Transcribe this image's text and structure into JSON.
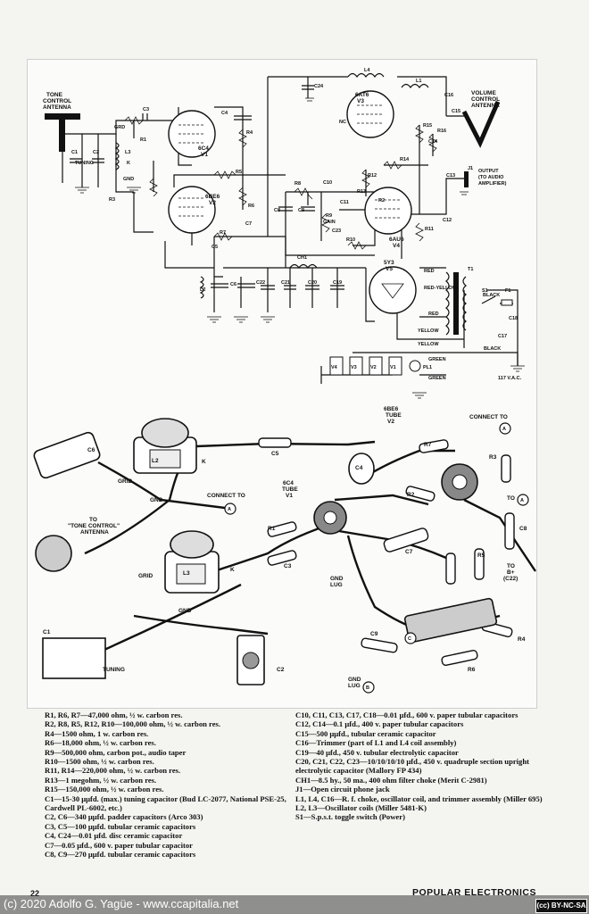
{
  "schematic": {
    "labels": {
      "tone_antenna": [
        "TONE",
        "CONTROL",
        "ANTENNA"
      ],
      "volume_antenna": [
        "VOLUME",
        "CONTROL",
        "ANTENNA"
      ],
      "v1": [
        "6C4",
        "V1"
      ],
      "v2": [
        "6BE6",
        "V2"
      ],
      "v3": [
        "6AT6",
        "V3"
      ],
      "v4": [
        "6AU6",
        "V4"
      ],
      "v5": [
        "5Y3",
        "V5"
      ],
      "output": [
        "OUTPUT",
        "(TO AUDIO",
        "AMPLIFIER)"
      ],
      "r9": [
        "R9",
        "GAIN"
      ],
      "grd": "GRD",
      "gnd": "GND",
      "tuning": "TUNING",
      "k": "K",
      "nc": "NC",
      "ch1": "CH1",
      "t1": "T1",
      "s1": "S1",
      "f1": "F1",
      "pl1": "PL1",
      "mains": "117 V.A.C.",
      "wire_colors": [
        "RED",
        "RED-YELLOW",
        "RED",
        "YELLOW",
        "YELLOW",
        "BLACK",
        "BLACK",
        "GREEN",
        "GREEN"
      ],
      "components": [
        "C1",
        "C2",
        "C3",
        "C4",
        "C5",
        "C6",
        "C7",
        "C8",
        "C9",
        "C10",
        "C11",
        "C12",
        "C13",
        "C14",
        "C15",
        "C16",
        "C17",
        "C18",
        "C19",
        "C20",
        "C21",
        "C22",
        "C23",
        "C24",
        "R1",
        "R2",
        "R3",
        "R4",
        "R5",
        "R6",
        "R7",
        "R8",
        "R10",
        "R11",
        "R12",
        "R13",
        "R14",
        "R15",
        "R16",
        "L1",
        "L2",
        "L3",
        "L4",
        "J1"
      ],
      "heaters": [
        "V4",
        "V3",
        "V2",
        "V1"
      ]
    }
  },
  "pictorial": {
    "labels": {
      "v2_tube": [
        "6BE6",
        "TUBE",
        "V2"
      ],
      "v1_tube": [
        "6C4",
        "TUBE",
        "V1"
      ],
      "connect_to_a_top": "CONNECT TO",
      "connect_to_a_mid": "CONNECT TO",
      "tone_antenna": [
        "TO",
        "\"TONE CONTROL\"",
        "ANTENNA"
      ],
      "to_b_plus": [
        "TO",
        "B+",
        "(C22)"
      ],
      "to_a": "TO",
      "gnd_lug_center": [
        "GND",
        "LUG"
      ],
      "gnd_lug_b": [
        "GND",
        "LUG"
      ],
      "circle_a": "A",
      "circle_b": "B",
      "circle_c": "C",
      "grid": "GRID",
      "gnd": "GND",
      "k": "K",
      "tuning": "TUNING",
      "components": [
        "C1",
        "C2",
        "C3",
        "C4",
        "C5",
        "C6",
        "C7",
        "C8",
        "C9",
        "R1",
        "R2",
        "R3",
        "R4",
        "R5",
        "R6",
        "R7",
        "L2",
        "L3"
      ]
    }
  },
  "parts_list": {
    "left": [
      "R1, R6, R7—47,000 ohm, ½ w. carbon res.",
      "R2, R8, R5, R12, R10—100,000 ohm, ½ w. carbon res.",
      "R4—1500 ohm, 1 w. carbon res.",
      "R6—18,000 ohm, ½ w. carbon res.",
      "R9—500,000 ohm, carbon pot., audio taper",
      "R10—1500 ohm, ½ w. carbon res.",
      "R11, R14—220,000 ohm, ½ w. carbon res.",
      "R13—1 megohm, ½ w. carbon res.",
      "R15—150,000 ohm, ½ w. carbon res.",
      "C1—15-30 μμfd. (max.) tuning capacitor (Bud LC-2077, National PSE-25, Cardwell PL-6002, etc.)",
      "C2, C6—340 μμfd. padder capacitors (Arco 303)",
      "C3, C5—100 μμfd. tubular ceramic capacitors",
      "C4, C24—0.01 μfd. disc ceramic capacitor",
      "C7—0.05 μfd., 600 v. paper tubular capacitor",
      "C8, C9—270 μμfd. tubular ceramic capacitors"
    ],
    "right": [
      "C10, C11, C13, C17, C18—0.01 μfd., 600 v. paper tubular capacitors",
      "C12, C14—0.1 μfd., 400 v. paper tubular capacitors",
      "C15—500 μμfd., tubular ceramic capacitor",
      "C16—Trimmer (part of L1 and L4 coil assembly)",
      "C19—40 μfd., 450 v. tubular electrolytic capacitor",
      "C20, C21, C22, C23—10/10/10/10 μfd., 450 v. quadruple section upright electrolytic capacitor (Mallory FP 434)",
      "CH1—8.5 hy., 50 ma., 400 ohm filter choke (Merit C-2981)",
      "J1—Open circuit phone jack",
      "L1, L4, C16—R. f. choke, oscillator coil, and trimmer assembly (Miller 695)",
      "L2, L3—Oscillator coils (Miller 5481-K)",
      "S1—S.p.s.t. toggle switch (Power)"
    ]
  },
  "footer": {
    "page_number": "22",
    "magazine": "POPULAR ELECTRONICS",
    "credit": "(c) 2020 Adolfo G. Yagüe - www.ccapitalia.net",
    "license": "(cc) BY-NC-SA"
  }
}
